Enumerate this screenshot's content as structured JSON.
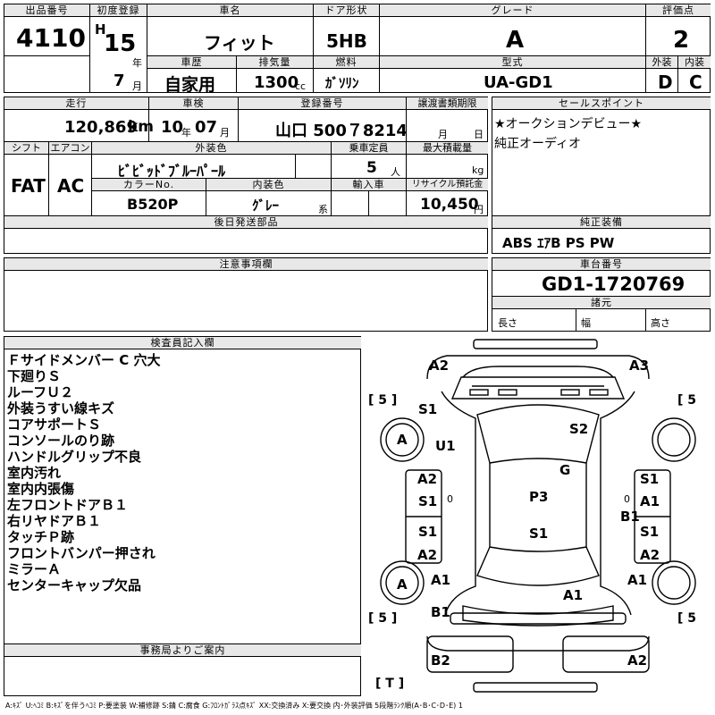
{
  "header": {
    "lot_label": "出品番号",
    "lot": "4110",
    "first_reg_label": "初度登録",
    "era": "H",
    "year": "15",
    "year_unit": "年",
    "month": "7",
    "month_unit": "月",
    "car_name_label": "車名",
    "car_name": "フィット",
    "door_label": "ドア形状",
    "door": "5HB",
    "grade_label": "グレード",
    "grade": "A",
    "score_label": "評価点",
    "score": "2",
    "history_label": "車歴",
    "history": "自家用",
    "disp_label": "排気量",
    "disp": "1300",
    "disp_unit": "cc",
    "fuel_label": "燃料",
    "fuel": "ｶﾞｿﾘﾝ",
    "model_label": "型式",
    "model": "UA-GD1",
    "ext_label": "外装",
    "ext": "D",
    "int_label": "内装",
    "int": "C"
  },
  "row2": {
    "mileage_label": "走行",
    "mileage": "120,869",
    "mileage_unit": "km",
    "inspection_label": "車検",
    "insp_year": "10",
    "insp_year_unit": "年",
    "insp_month": "07",
    "insp_month_unit": "月",
    "plate_label": "登録番号",
    "plate": "山口 500７8214",
    "transfer_label": "譲渡書類期限",
    "transfer_month": "月",
    "transfer_day": "日",
    "shift_label": "シフト",
    "shift": "FAT",
    "ac_label": "エアコン",
    "ac": "AC",
    "color_label": "外装色",
    "color": "ﾋﾞﾋﾞｯﾄﾞﾌﾞﾙｰﾊﾟｰﾙ",
    "capacity_label": "乗車定員",
    "capacity": "5",
    "capacity_unit": "人",
    "load_label": "最大積載量",
    "load_unit": "kg",
    "color_no_label": "カラーNo.",
    "color_no": "B520P",
    "interior_label": "内装色",
    "interior": "ｸﾞﾚｰ",
    "interior_unit": "系",
    "import_label": "輸入車",
    "recycle_label": "リサイクル預託金",
    "recycle": "10,450",
    "recycle_unit": "円",
    "later_label": "後日発送部品"
  },
  "sales": {
    "label": "セールスポイント",
    "lines": [
      "★オークションデビュー★",
      "純正オーディオ"
    ]
  },
  "equip": {
    "label": "純正装備",
    "value": "ABS ｴｱB PS PW"
  },
  "caution": {
    "label": "注意事項欄"
  },
  "chassis": {
    "label": "車台番号",
    "value": "GD1-1720769",
    "spec_label": "諸元",
    "length": "長さ",
    "width": "幅",
    "height": "高さ"
  },
  "inspector": {
    "label": "検査員記入欄",
    "lines": [
      "Ｆサイドメンバー C 穴大",
      "下廻りＳ",
      "ルーフＵ２",
      "外装うすい線キズ",
      "コアサポートＳ",
      "コンソールのり跡",
      "ハンドルグリップ不良",
      "室内汚れ",
      "室内内張傷",
      "左フロントドアＢ１",
      "右リヤドアＢ１",
      "タッチＰ跡",
      "フロントバンパー押され",
      "ミラーＡ",
      "センターキャップ欠品"
    ]
  },
  "office": {
    "label": "事務局よりご案内"
  },
  "diagram": {
    "marks": [
      "A2",
      "A3",
      "S1",
      "S2",
      "U1",
      "G",
      "A2",
      "S1",
      "S1",
      "A1",
      "P3",
      "B1",
      "S1",
      "S1",
      "A2",
      "S1",
      "A2",
      "A1",
      "A1",
      "A",
      "A",
      "A1",
      "B1",
      "B2",
      "A2"
    ],
    "tires": [
      "5",
      "5",
      "5",
      "5",
      "T"
    ]
  },
  "legend": "A:ｷｽﾞ U:ﾍｺﾐ B:ｷｽﾞを伴うﾍｺﾐ P:要塗装 W:補修跡 S:錆 C:腐食 G:ﾌﾛﾝﾄｶﾞﾗｽ点ｷｽﾞ XX:交換済み X:要交換  内･外装評価 5段階ﾗﾝｸ順(A･B･C･D･E) 1"
}
